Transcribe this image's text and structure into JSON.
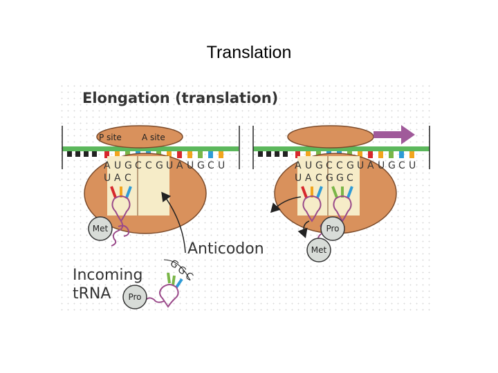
{
  "slide": {
    "title": "Translation"
  },
  "figure": {
    "heading": "Elongation (translation)",
    "left_panel": {
      "p_site_label": "P site",
      "a_site_label": "A site",
      "mrna": [
        "A",
        "U",
        "G",
        "C",
        "C",
        "G",
        "U",
        "A",
        "U",
        "G",
        "C",
        "U"
      ],
      "anticodon_p": [
        "U",
        "A",
        "C"
      ],
      "met_label": "Met"
    },
    "right_panel": {
      "mrna": [
        "A",
        "U",
        "G",
        "C",
        "C",
        "G",
        "U",
        "A",
        "U",
        "G",
        "C",
        "U"
      ],
      "anticodon_p": [
        "U",
        "A",
        "C"
      ],
      "anticodon_a": [
        "G",
        "G",
        "C"
      ],
      "pro_label": "Pro",
      "met_label": "Met"
    },
    "anticodon_label": "Anticodon",
    "incoming": {
      "label_line1": "Incoming",
      "label_line2": "tRNA",
      "pro_label": "Pro",
      "anticodon": [
        "G",
        "G",
        "C"
      ]
    }
  },
  "colors": {
    "ribosome": "#d9915c",
    "ribosome_outline": "#7a4a2a",
    "mrna": "#5cb85c",
    "trna": "#9a4a8a",
    "amino": "#d8dcd8",
    "channel": "#f6ecc8",
    "arrow": "#a05a9a",
    "base_red": "#d7282c",
    "base_orange": "#f2a51e",
    "base_green": "#7ab648",
    "base_blue": "#2e9bd6",
    "base_black": "#222222"
  }
}
